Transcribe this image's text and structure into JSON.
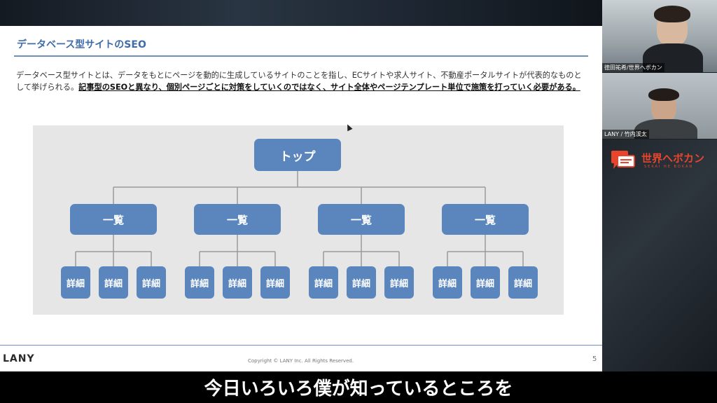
{
  "slide": {
    "title": "データベース型サイトのSEO",
    "body_normal": "データベース型サイトとは、データをもとにページを動的に生成しているサイトのことを指し、ECサイトや求人サイト、不動産ポータルサイトが代表的なものとして挙げられる。",
    "body_emphasis": "記事型のSEOと異なり、個別ページごとに対策をしていくのではなく、サイト全体やページテンプレート単位で施策を打っていく必要がある。",
    "footer_logo": "LANY",
    "copyright": "Copyright © LANY Inc. All Rights Reserved.",
    "page_number": "5"
  },
  "diagram": {
    "top_label": "トップ",
    "list_label": "一覧",
    "detail_label": "詳細",
    "list_count": 4,
    "details_per_list": 3,
    "box_color": "#5b86bd",
    "line_color": "#9a9a9a"
  },
  "participants": [
    {
      "name": "徳田祐希/世界へボカン"
    },
    {
      "name": "LANY / 竹内渓太"
    }
  ],
  "brand": {
    "title": "世界へボカン",
    "subtitle": "SEKAI HE BOKAN",
    "accent": "#e8452c"
  },
  "caption": "今日いろいろ僕が知っているところを"
}
